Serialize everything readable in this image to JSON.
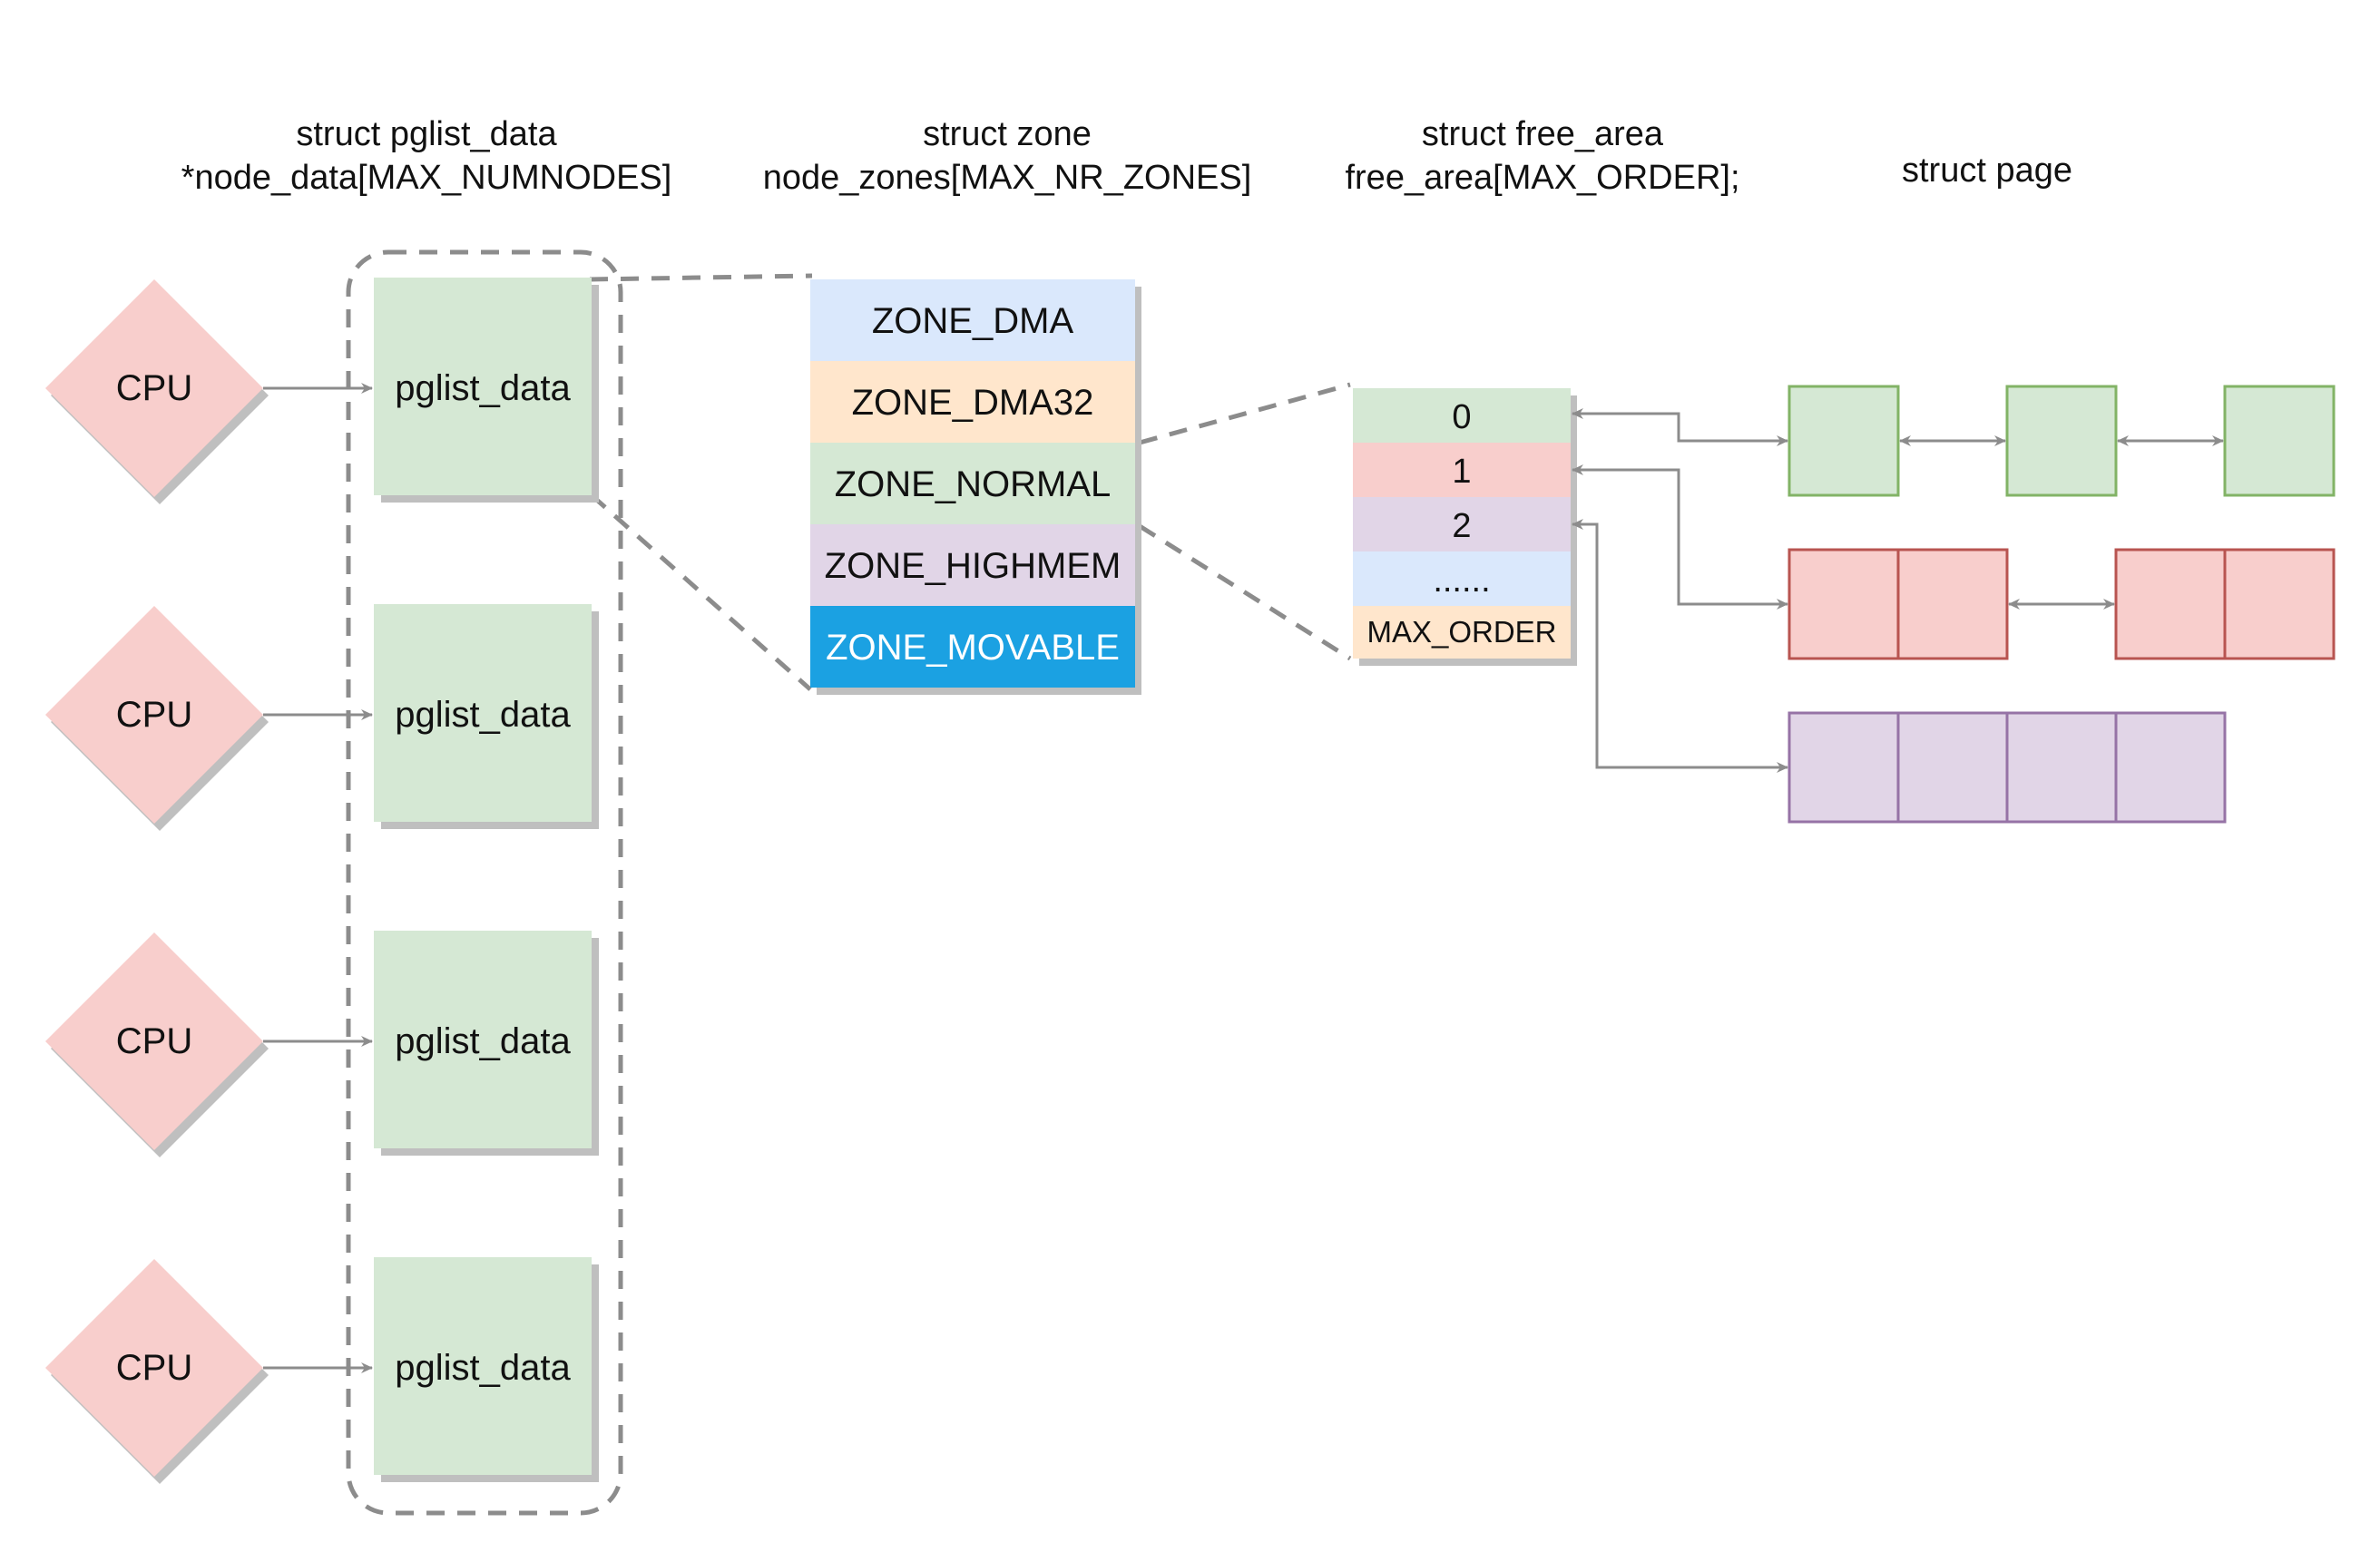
{
  "headers": {
    "nodes": [
      "struct pglist_data",
      "*node_data[MAX_NUMNODES]"
    ],
    "zones": [
      "struct zone",
      "node_zones[MAX_NR_ZONES]"
    ],
    "free_area": [
      "struct free_area",
      "free_area[MAX_ORDER];"
    ],
    "page": [
      "struct page"
    ]
  },
  "nodes": [
    {
      "cpu_label": "CPU",
      "node_label": "pglist_data"
    },
    {
      "cpu_label": "CPU",
      "node_label": "pglist_data"
    },
    {
      "cpu_label": "CPU",
      "node_label": "pglist_data"
    },
    {
      "cpu_label": "CPU",
      "node_label": "pglist_data"
    }
  ],
  "zones": [
    {
      "label": "ZONE_DMA",
      "color": "#dae8fc"
    },
    {
      "label": "ZONE_DMA32",
      "color": "#ffe6cc"
    },
    {
      "label": "ZONE_NORMAL",
      "color": "#d5e8d4"
    },
    {
      "label": "ZONE_HIGHMEM",
      "color": "#e1d5e7"
    },
    {
      "label": "ZONE_MOVABLE",
      "color": "#1ba1e2"
    }
  ],
  "free_area": [
    {
      "label": "0",
      "color": "#d5e8d4"
    },
    {
      "label": "1",
      "color": "#f8cecc"
    },
    {
      "label": "2",
      "color": "#e1d5e7"
    },
    {
      "label": "......",
      "color": "#dae8fc"
    },
    {
      "label": "MAX_ORDER",
      "color": "#ffe6cc"
    }
  ],
  "page_blocks": {
    "order0": {
      "fill": "#d5e8d4",
      "stroke": "#82b366"
    },
    "order1": {
      "fill": "#f8cecc",
      "stroke": "#b85450"
    },
    "order2": {
      "fill": "#e1d5e7",
      "stroke": "#9673a6"
    }
  },
  "colors": {
    "cpu_fill": "#f8cecc",
    "node_fill": "#d5e8d4",
    "connector": "#8c8c8c",
    "dashed": "#8c8c8c"
  }
}
